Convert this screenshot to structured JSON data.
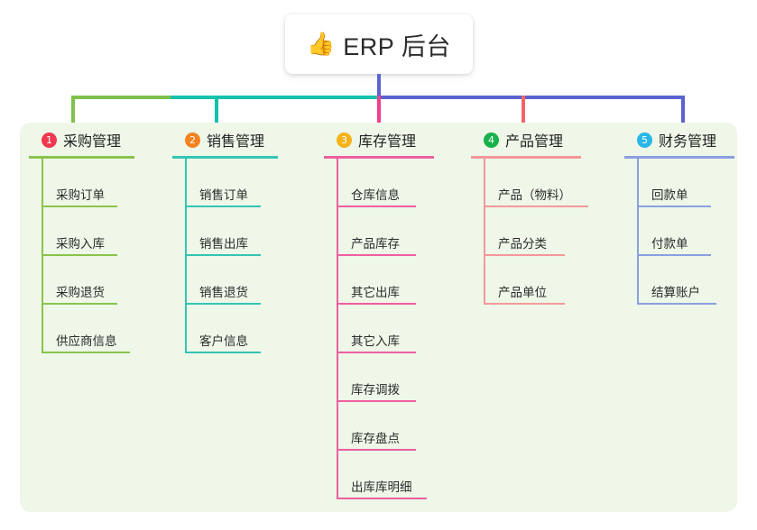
{
  "root": {
    "icon": "thumbs-up-icon",
    "emoji": "👍",
    "title": "ERP 后台"
  },
  "colors": {
    "panel_background": "#eef7e8",
    "page_background": "#ffffff",
    "root_stem": "#5b63d3",
    "bus_left": "#7ec14c",
    "bus_middle": "#13c1ac",
    "bus_right": "#5b63d3"
  },
  "columns": [
    {
      "number": "1",
      "title": "采购管理",
      "badge_color": "#f0394f",
      "line_color": "#8ac44c",
      "items": [
        {
          "label": "采购订单",
          "rule_width": 84
        },
        {
          "label": "采购入库",
          "rule_width": 84
        },
        {
          "label": "采购退货",
          "rule_width": 84
        },
        {
          "label": "供应商信息",
          "rule_width": 98
        }
      ]
    },
    {
      "number": "2",
      "title": "销售管理",
      "badge_color": "#f58220",
      "line_color": "#35c4b5",
      "items": [
        {
          "label": "销售订单",
          "rule_width": 84
        },
        {
          "label": "销售出库",
          "rule_width": 84
        },
        {
          "label": "销售退货",
          "rule_width": 84
        },
        {
          "label": "客户信息",
          "rule_width": 84
        }
      ]
    },
    {
      "number": "3",
      "title": "库存管理",
      "badge_color": "#f5b319",
      "line_color": "#ef5fa0",
      "items": [
        {
          "label": "仓库信息",
          "rule_width": 88
        },
        {
          "label": "产品库存",
          "rule_width": 88
        },
        {
          "label": "其它出库",
          "rule_width": 88
        },
        {
          "label": "其它入库",
          "rule_width": 88
        },
        {
          "label": "库存调拨",
          "rule_width": 88
        },
        {
          "label": "库存盘点",
          "rule_width": 88
        },
        {
          "label": "出库库明细",
          "rule_width": 100
        }
      ]
    },
    {
      "number": "4",
      "title": "产品管理",
      "badge_color": "#17b24b",
      "line_color": "#f4989a",
      "items": [
        {
          "label": "产品（物料）",
          "rule_width": 116
        },
        {
          "label": "产品分类",
          "rule_width": 90
        },
        {
          "label": "产品单位",
          "rule_width": 90
        }
      ]
    },
    {
      "number": "5",
      "title": "财务管理",
      "badge_color": "#29b6e8",
      "line_color": "#8aa0e0",
      "items": [
        {
          "label": "回款单",
          "rule_width": 82
        },
        {
          "label": "付款单",
          "rule_width": 82
        },
        {
          "label": "结算账户",
          "rule_width": 88
        }
      ]
    }
  ]
}
